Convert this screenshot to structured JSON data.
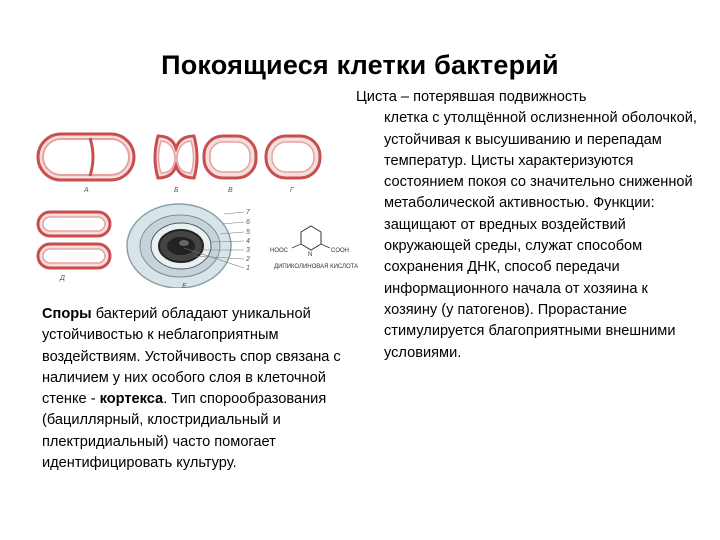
{
  "title": "Покоящиеся клетки бактерий",
  "left_text": {
    "bold_lead": "Споры",
    "part1": " бактерий обладают уникальной устойчивостью к неблагоприятным воздействиям. Устойчивость спор связана с наличием у них особого слоя в клеточной стенке - ",
    "bold_term": "кортекса",
    "part2": ". Тип спорообразования (бациллярный, клостридиальный и плектридиальный) часто помогает идентифицировать культуру."
  },
  "right_text": {
    "first_line": "Циста – потерявшая подвижность",
    "rest": "клетка с утолщённой ослизненной оболочкой, устойчивая к высушиванию и перепадам температур. Цисты характеризуются состоянием покоя со значительно сниженной метаболической активностью. Функции: защищают от вредных воздействий окружающей среды, служат способом сохранения ДНК, способ передачи информационного начала от хозяина к хозяину (у патогенов). Прорастание стимулируется благоприятными внешними условиями."
  },
  "figure": {
    "labels": [
      "А",
      "Б",
      "В",
      "Г",
      "Д",
      "Е"
    ],
    "numbers": [
      "7",
      "6",
      "5",
      "4",
      "3",
      "2",
      "1"
    ],
    "chem_label": "ДИПИКОЛИНОВАЯ КИСЛОТА",
    "chem_left": "HOOC",
    "chem_right": "COOH",
    "chem_n": "N"
  },
  "colors": {
    "wall_outer": "#c94f4f",
    "wall_inner": "#e8a0a0",
    "spore_core": "#222222"
  }
}
